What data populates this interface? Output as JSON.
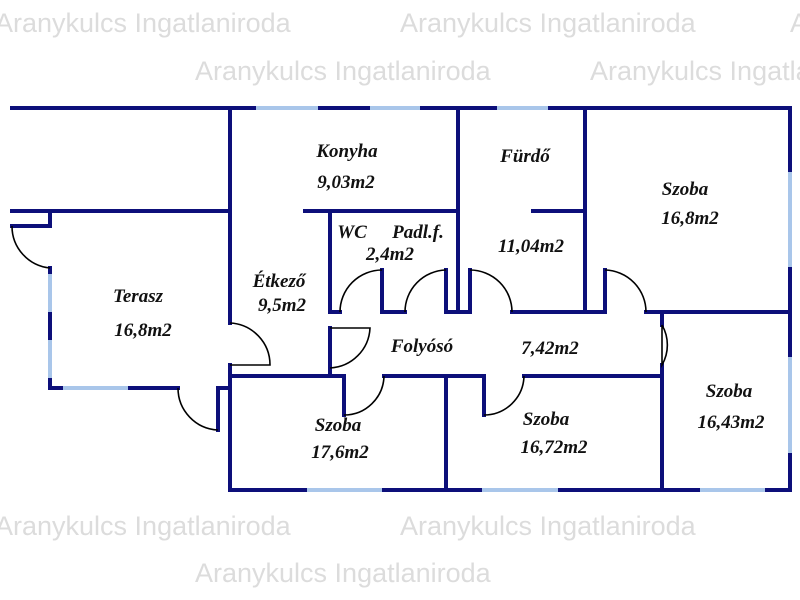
{
  "watermark": "Aranykulcs Ingatlaniroda",
  "colors": {
    "wall": "#0d0f7a",
    "window": "#a9c6ea",
    "text": "#111111"
  },
  "rooms": {
    "konyha": {
      "name": "Konyha",
      "area": "9,03m2"
    },
    "furdo": {
      "name": "Fürdő",
      "area": "11,04m2"
    },
    "szoba_ne": {
      "name": "Szoba",
      "area": "16,8m2"
    },
    "wc": {
      "name": "WC"
    },
    "padlf": {
      "name": "Padl.f.",
      "area": "2,4m2"
    },
    "etkezo": {
      "name": "Étkező",
      "area": "9,5m2"
    },
    "terasz": {
      "name": "Terasz",
      "area": "16,8m2"
    },
    "folyoso": {
      "name": "Folyósó",
      "area": "7,42m2"
    },
    "szoba_e": {
      "name": "Szoba",
      "area": "16,43m2"
    },
    "szoba_sw": {
      "name": "Szoba",
      "area": "17,6m2"
    },
    "szoba_s": {
      "name": "Szoba",
      "area": "16,72m2"
    }
  }
}
